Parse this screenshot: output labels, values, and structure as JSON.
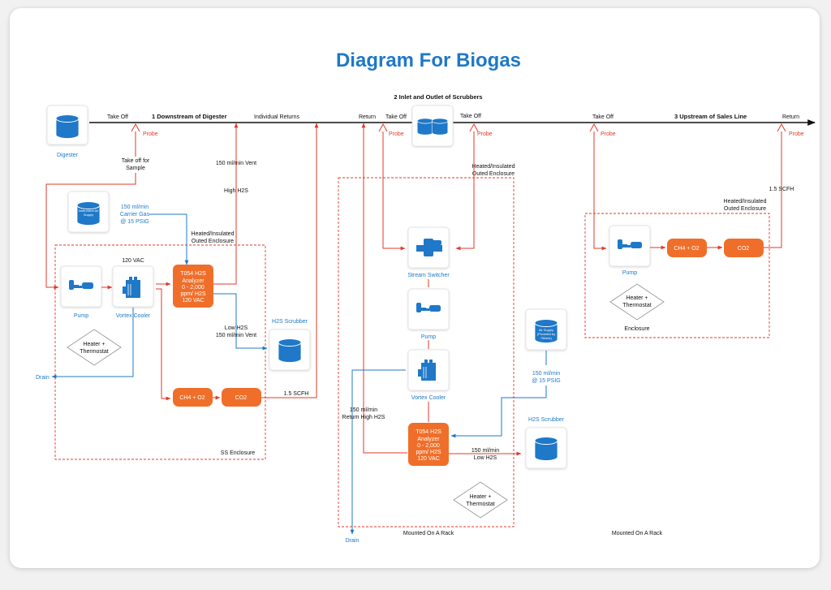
{
  "title": "Diagram For Biogas",
  "main_line": {
    "take_off_1": "Take Off",
    "section1": "1 Downstream of Digester",
    "individual_returns": "Individual Returns",
    "return_1": "Return",
    "take_off_2": "Take Off",
    "section2": "2 Inlet and Outlet of Scrubbers",
    "take_off_3": "Take Off",
    "take_off_4": "Take Off",
    "section3": "3 Upstream of Sales Line",
    "return_end": "Return"
  },
  "probe": "Probe",
  "digester": "Digester",
  "take_off_sample": [
    "Take off for",
    "Sample"
  ],
  "vent_150": "150 ml/min Vent",
  "high_h2s": "High H2S",
  "instrument_supply": [
    "Instrument Air",
    "Supply"
  ],
  "carrier_gas": [
    "150 ml/min",
    "Carrier Gas",
    "@ 15 PSIG"
  ],
  "heated_enclosure": [
    "Heated/Insulated",
    "Outed Enclosure"
  ],
  "vac_120": "120 VAC",
  "pump": "Pump",
  "vortex_cooler": "Vortex Cooler",
  "analyzer": [
    "T054 H2S",
    "Analyzer",
    "0 - 2,000",
    "ppm/ H2S",
    "120 VAC"
  ],
  "low_h2s_vent": [
    "Low H2S",
    "150 ml/min Vent"
  ],
  "h2s_scrubber": "H2S Scrubber",
  "heater_thermostat": [
    "Heater +",
    "Thermostat"
  ],
  "drain": "Drain",
  "ch4_o2": "CH4 + O2",
  "co2": "CO2",
  "scfh": "1.5 SCFH",
  "ss_enclosure": "SS Enclosure",
  "stream_switcher": "Stream Switcher",
  "air_supply": [
    "Air Supply",
    "(Provided by",
    "Others)"
  ],
  "air_supply_flow": [
    "150 ml/min",
    "@ 15 PSIG"
  ],
  "return_high_h2s": [
    "150 ml/min",
    "Return High H2S"
  ],
  "low_h2s_flow": [
    "150 ml/min",
    "Low H2S"
  ],
  "mounted_rack": "Mounted On A Rack",
  "enclosure": "Enclosure"
}
